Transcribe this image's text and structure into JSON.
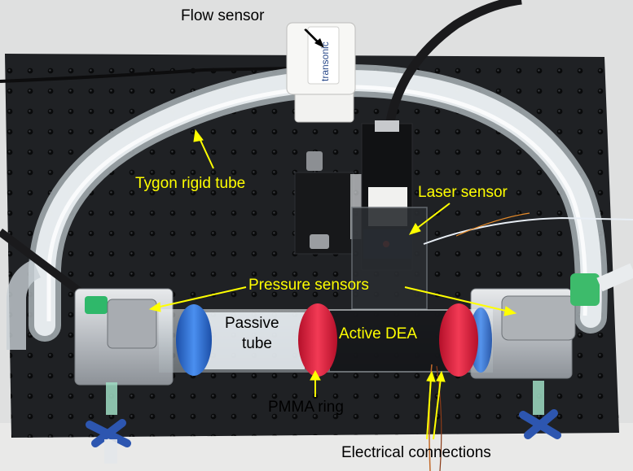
{
  "labels": {
    "flow_sensor": "Flow sensor",
    "tygon_tube": "Tygon rigid tube",
    "laser_sensor": "Laser sensor",
    "pressure_sensors": "Pressure sensors",
    "passive_tube_line1": "Passive",
    "passive_tube_line2": "tube",
    "active_dea": "Active DEA",
    "pmma_ring": "PMMA ring",
    "electrical_connections": "Electrical connections"
  },
  "device_text": {
    "flow_sensor_brand": "transonic"
  },
  "colors": {
    "annotation_yellow": "#ffff00",
    "annotation_black": "#000000",
    "breadboard": "#1f2124",
    "ring_red": "#e0203a",
    "ring_blue": "#2a6fd6",
    "connector_green": "#3dbb6b"
  }
}
